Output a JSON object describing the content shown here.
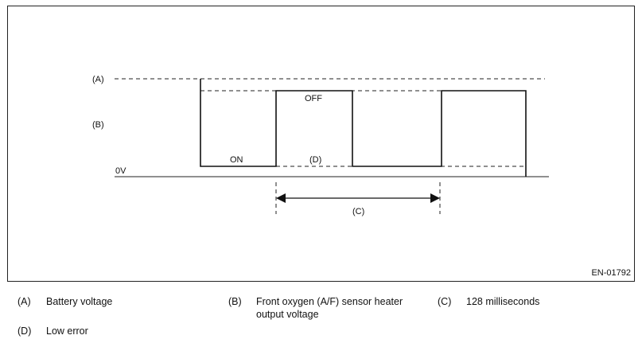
{
  "diagram": {
    "label_a": "(A)",
    "label_b": "(B)",
    "label_0v": "0V",
    "label_on": "ON",
    "label_off": "OFF",
    "label_d": "(D)",
    "label_c": "(C)",
    "figure_id": "EN-01792"
  },
  "legend": [
    {
      "key": "(A)",
      "text": "Battery voltage"
    },
    {
      "key": "(B)",
      "text": "Front oxygen (A/F) sensor heater output voltage"
    },
    {
      "key": "(C)",
      "text": "128 milliseconds"
    },
    {
      "key": "(D)",
      "text": "Low error"
    }
  ]
}
